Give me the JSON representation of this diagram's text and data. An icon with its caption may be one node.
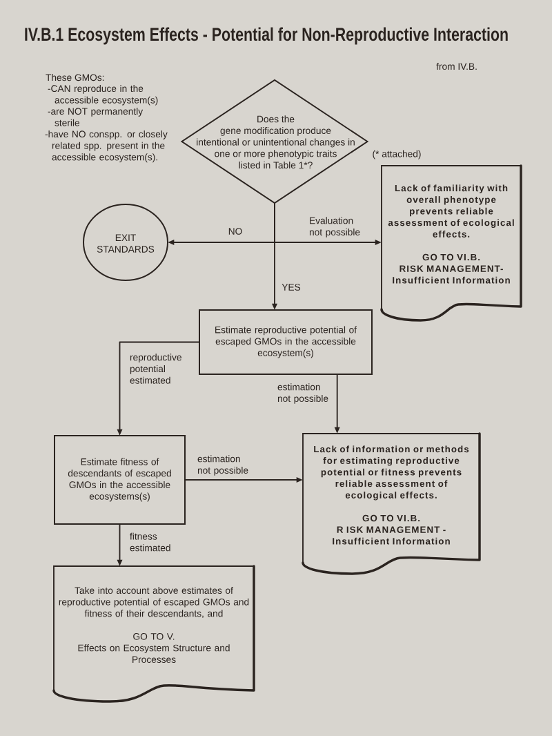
{
  "diagram": {
    "title": "IV.B.1 Ecosystem Effects - Potential for Non-Reproductive Interaction",
    "nodes": [
      {
        "text": [
          "Does the gene modification produce intentional or unintentional changes in one or more phenotypic traits listed in Table 1*?"
        ]
      },
      {
        "text": [
          "EXIT STANDARDS"
        ]
      },
      {
        "text": [
          "Lack of familiarity with overall phenotype prevents reliable assessment of ecological effects.",
          "GO TO VI.B. RISK MANAGEMENT- Insufficient Information"
        ]
      },
      {
        "text": [
          "Estimate reproductive potential of escaped GMOs in the accessible ecosystem(s)"
        ]
      },
      {
        "text": [
          "Estimate fitness of descendants of escaped GMOs in the accessible ecosystems(s)"
        ]
      },
      {
        "text": [
          "Lack of information or methods for estimating reproductive potential or fitness prevents reliable assessment of ecological effects.",
          "GO TO VI.B. R ISK MANAGEMENT - Insufficient Information"
        ]
      },
      {
        "text": [
          "Take into account above estimates of reproductive potential of escaped GMOs and fitness of their descendants, and",
          "GO TO V. Effects on Ecosystem Structure and Processes"
        ]
      }
    ],
    "edges": [
      {
        "from": 0,
        "to": 1,
        "arrow": "to",
        "label": "NO"
      },
      {
        "from": 0,
        "to": 2,
        "arrow": "to",
        "label": "Evaluation not possible"
      },
      {
        "from": 0,
        "to": 3,
        "arrow": "to",
        "label": "YES"
      },
      {
        "from": 3,
        "to": 4,
        "arrow": "to",
        "label": "reproductive potential estimated"
      },
      {
        "from": 3,
        "to": 5,
        "arrow": "to",
        "label": "estimation not possible"
      },
      {
        "from": 4,
        "to": 5,
        "arrow": "to",
        "label": "estimation not possible"
      },
      {
        "from": 4,
        "to": 6,
        "arrow": "to",
        "label": "fitness estimated"
      }
    ],
    "labels": [
      "from IV.B.",
      "These GMOs:",
      "-CAN reproduce in the accessible ecosystem(s)",
      "-are NOT permanently sterile",
      "-have NO conspp. or closely related spp. present in the accessible ecosystem(s).",
      "(* attached)"
    ]
  }
}
